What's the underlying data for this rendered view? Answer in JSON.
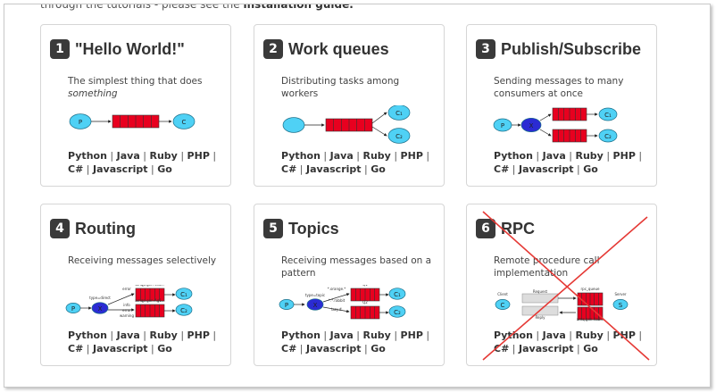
{
  "intro": {
    "text": "through the tutorials - please see the",
    "link": "installation guide."
  },
  "separator": "|",
  "cards": [
    {
      "num": "1",
      "title": "\"Hello World!\"",
      "desc": "The simplest thing that does",
      "desc_em": "something",
      "diagram_labels": [
        "P",
        "C"
      ],
      "langs": [
        "Python",
        "Java",
        "Ruby",
        "PHP",
        "C#",
        "Javascript",
        "Go"
      ]
    },
    {
      "num": "2",
      "title": "Work queues",
      "desc": "Distributing tasks among workers",
      "desc_em": "",
      "diagram_labels": [
        "C₁",
        "C₂"
      ],
      "langs": [
        "Python",
        "Java",
        "Ruby",
        "PHP",
        "C#",
        "Javascript",
        "Go"
      ]
    },
    {
      "num": "3",
      "title": "Publish/Subscribe",
      "desc": "Sending messages to many consumers at once",
      "desc_em": "",
      "diagram_labels": [
        "P",
        "X",
        "C₁",
        "C₂"
      ],
      "langs": [
        "Python",
        "Java",
        "Ruby",
        "PHP",
        "C#",
        "Javascript",
        "Go"
      ]
    },
    {
      "num": "4",
      "title": "Routing",
      "desc": "Receiving messages selectively",
      "desc_em": "",
      "diagram_labels": [
        "P",
        "X",
        "C₁",
        "C₂",
        "type=direct",
        "error",
        "info",
        "error",
        "warning"
      ],
      "langs": [
        "Python",
        "Java",
        "Ruby",
        "PHP",
        "C#",
        "Javascript",
        "Go"
      ]
    },
    {
      "num": "5",
      "title": "Topics",
      "desc": "Receiving messages based on a pattern",
      "desc_em": "",
      "diagram_labels": [
        "P",
        "X",
        "C₁",
        "C₂",
        "type=topic",
        "*.orange.*",
        "*.*.rabbit",
        "lazy.#"
      ],
      "langs": [
        "Python",
        "Java",
        "Ruby",
        "PHP",
        "C#",
        "Javascript",
        "Go"
      ]
    },
    {
      "num": "6",
      "title": "RPC",
      "desc": "Remote procedure call implementation",
      "desc_em": "",
      "diagram_labels": [
        "Client",
        "Server",
        "C",
        "S",
        "rpc_queue"
      ],
      "langs": [
        "Python",
        "Java",
        "Ruby",
        "PHP",
        "C#",
        "Javascript",
        "Go"
      ]
    }
  ],
  "colors": {
    "node": "#4fd1f5",
    "queue": "#e8001f",
    "exchange": "#2b2bd3",
    "cross": "#e53935"
  }
}
